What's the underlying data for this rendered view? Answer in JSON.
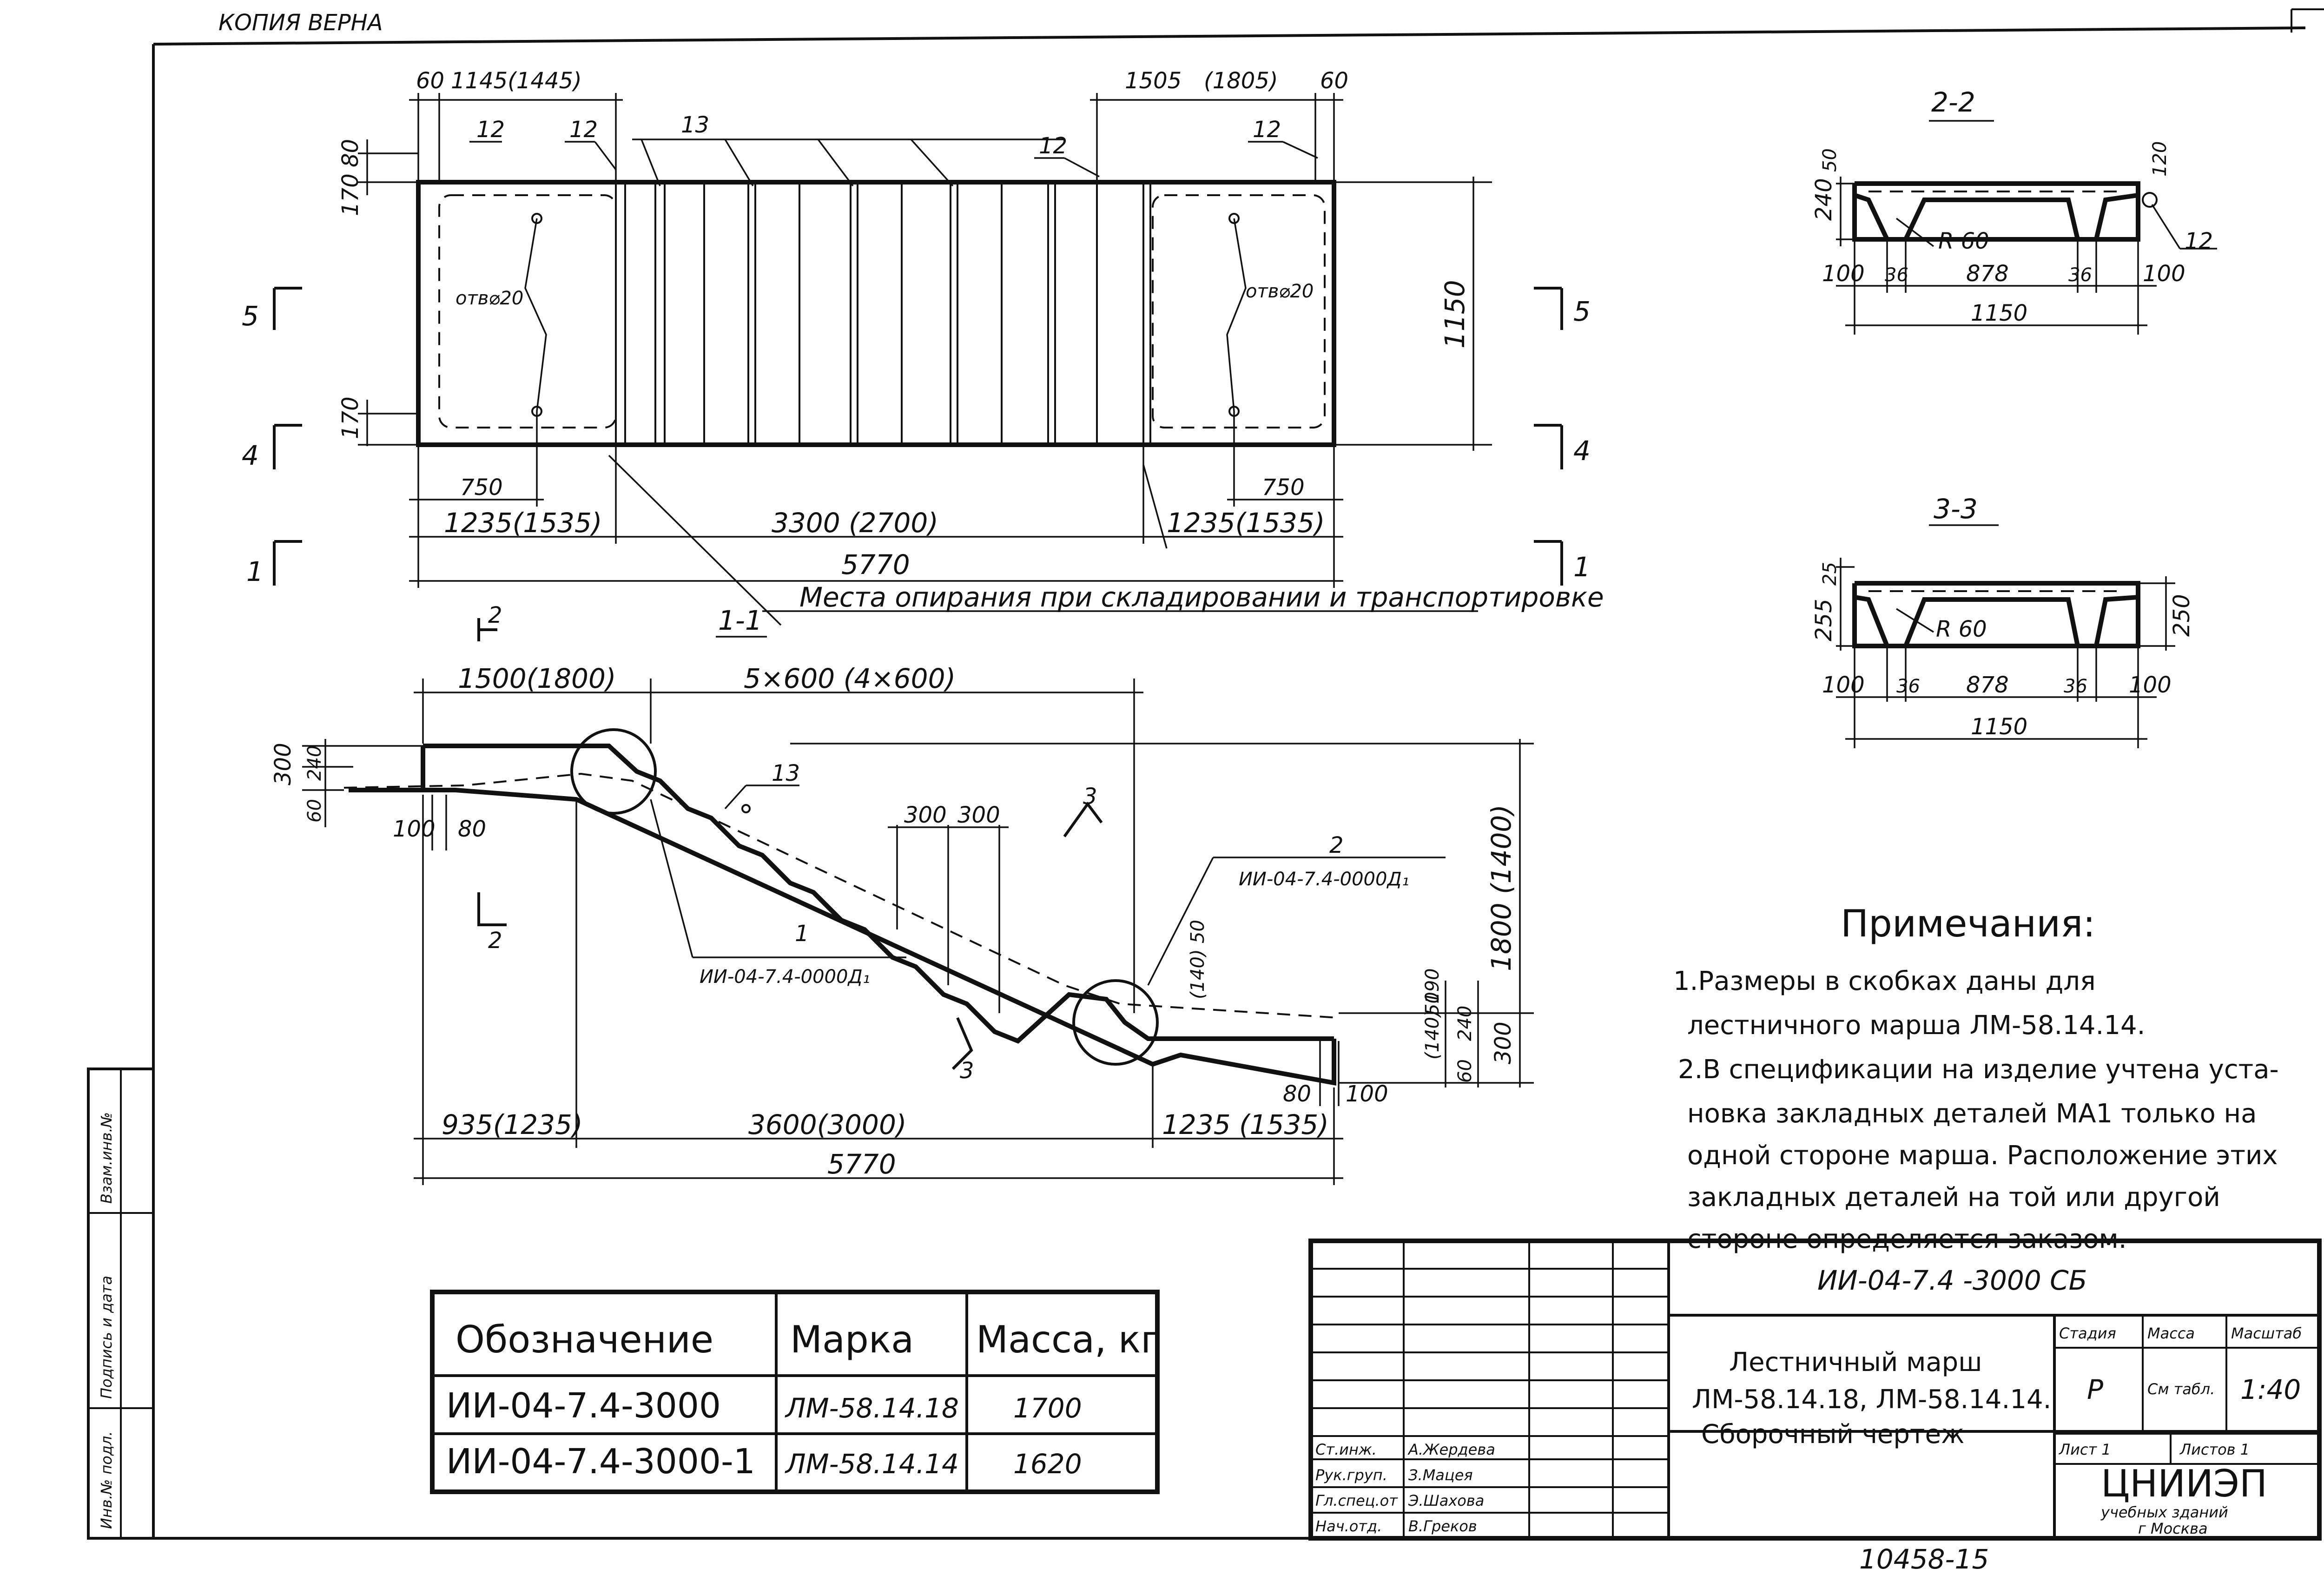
{
  "sheet": {
    "copy_verified": "КОПИЯ ВЕРНА",
    "frame_top_right_mark": ""
  },
  "plan_view": {
    "dims_top": [
      "60",
      "1145(1445)",
      "1505",
      "(1805)",
      "60"
    ],
    "dims_left": [
      "170",
      "80",
      "170"
    ],
    "dim_height": "1150",
    "dims_bottom": [
      "750",
      "750",
      "1235(1535)",
      "3300 (2700)",
      "1235(1535)",
      "5770"
    ],
    "labels_pos": [
      "12",
      "12",
      "13",
      "12",
      "12"
    ],
    "hole_left": "отв⌀20",
    "hole_right": "отв⌀20",
    "cut_marks_left": [
      "5",
      "4",
      "1"
    ],
    "cut_marks_right": [
      "5",
      "4",
      "1"
    ],
    "support_note": "Места опирания при складировании и транспортировке"
  },
  "section_1_1": {
    "title": "1-1",
    "dims_top": [
      "1500(1800)",
      "5×600  (4×600)"
    ],
    "dims_left": [
      "300",
      "240",
      "60",
      "100",
      "80"
    ],
    "dims_steps": [
      "300",
      "300"
    ],
    "pos_13": "13",
    "pos_1": "1",
    "pos_2": "2",
    "mark_1": "ИИ-04-7.4-0000Д₁",
    "mark_2": "ИИ-04-7.4-0000Д₁",
    "dim_height": "1800 (1400)",
    "dims_right": [
      "50",
      "(140) 190",
      "240",
      "300",
      "60",
      "80",
      "100",
      "50",
      "(140)"
    ],
    "dims_bottom": [
      "935(1235)",
      "3600(3000)",
      "1235 (1535)",
      "5770"
    ],
    "cut_2_top": "2",
    "cut_2_bottom": "2",
    "cut_3_top": "3",
    "cut_3_bottom": "3"
  },
  "section_2_2": {
    "title": "2-2",
    "dims": [
      "50",
      "240",
      "120",
      "R 60",
      "12",
      "100",
      "36",
      "878",
      "36",
      "100",
      "1150"
    ]
  },
  "section_3_3": {
    "title": "3-3",
    "dims": [
      "25",
      "255",
      "250",
      "R 60",
      "100",
      "36",
      "878",
      "36",
      "100",
      "1150"
    ]
  },
  "notes": {
    "title": "Примечания:",
    "lines": [
      "1.Размеры в скобках даны для",
      "лестничного марша ЛМ-58.14.14.",
      "2.В спецификации на изделие учтена уста-",
      "новка закладных деталей МА1 только на",
      "одной стороне марша. Расположение этих",
      "закладных деталей на той или другой",
      "стороне определяется заказом."
    ]
  },
  "mark_table": {
    "headers": [
      "Обозначение",
      "Марка",
      "Масса, кг"
    ],
    "rows": [
      [
        "ИИ-04-7.4-3000",
        "ЛМ-58.14.18",
        "1700"
      ],
      [
        "ИИ-04-7.4-3000-1",
        "ЛМ-58.14.14",
        "1620"
      ]
    ]
  },
  "title_block": {
    "doc_code": "ИИ-04-7.4  -3000 СБ",
    "name_lines": [
      "Лестничный марш",
      "ЛМ-58.14.18, ЛМ-58.14.14.",
      "Сборочный чертеж"
    ],
    "stage_h": "Стадия",
    "mass_h": "Масса",
    "scale_h": "Масштаб",
    "stage": "Р",
    "mass": "См табл.",
    "scale": "1:40",
    "sheet": "Лист 1",
    "sheets": "Листов 1",
    "staff": [
      [
        "Ст.инж.",
        "А.Жердева"
      ],
      [
        "Рук.груп.",
        "З.Мацея"
      ],
      [
        "Гл.спец.от",
        "Э.Шахова"
      ],
      [
        "Нач.отд.",
        "В.Греков"
      ]
    ],
    "org": [
      "ЦНИИЭП",
      "учебных зданий",
      "г Москва"
    ],
    "footer_no": "10458-15"
  },
  "side_stamp": [
    "Инв.№ подл.",
    "Подпись и дата",
    "Взам.инв.№"
  ]
}
